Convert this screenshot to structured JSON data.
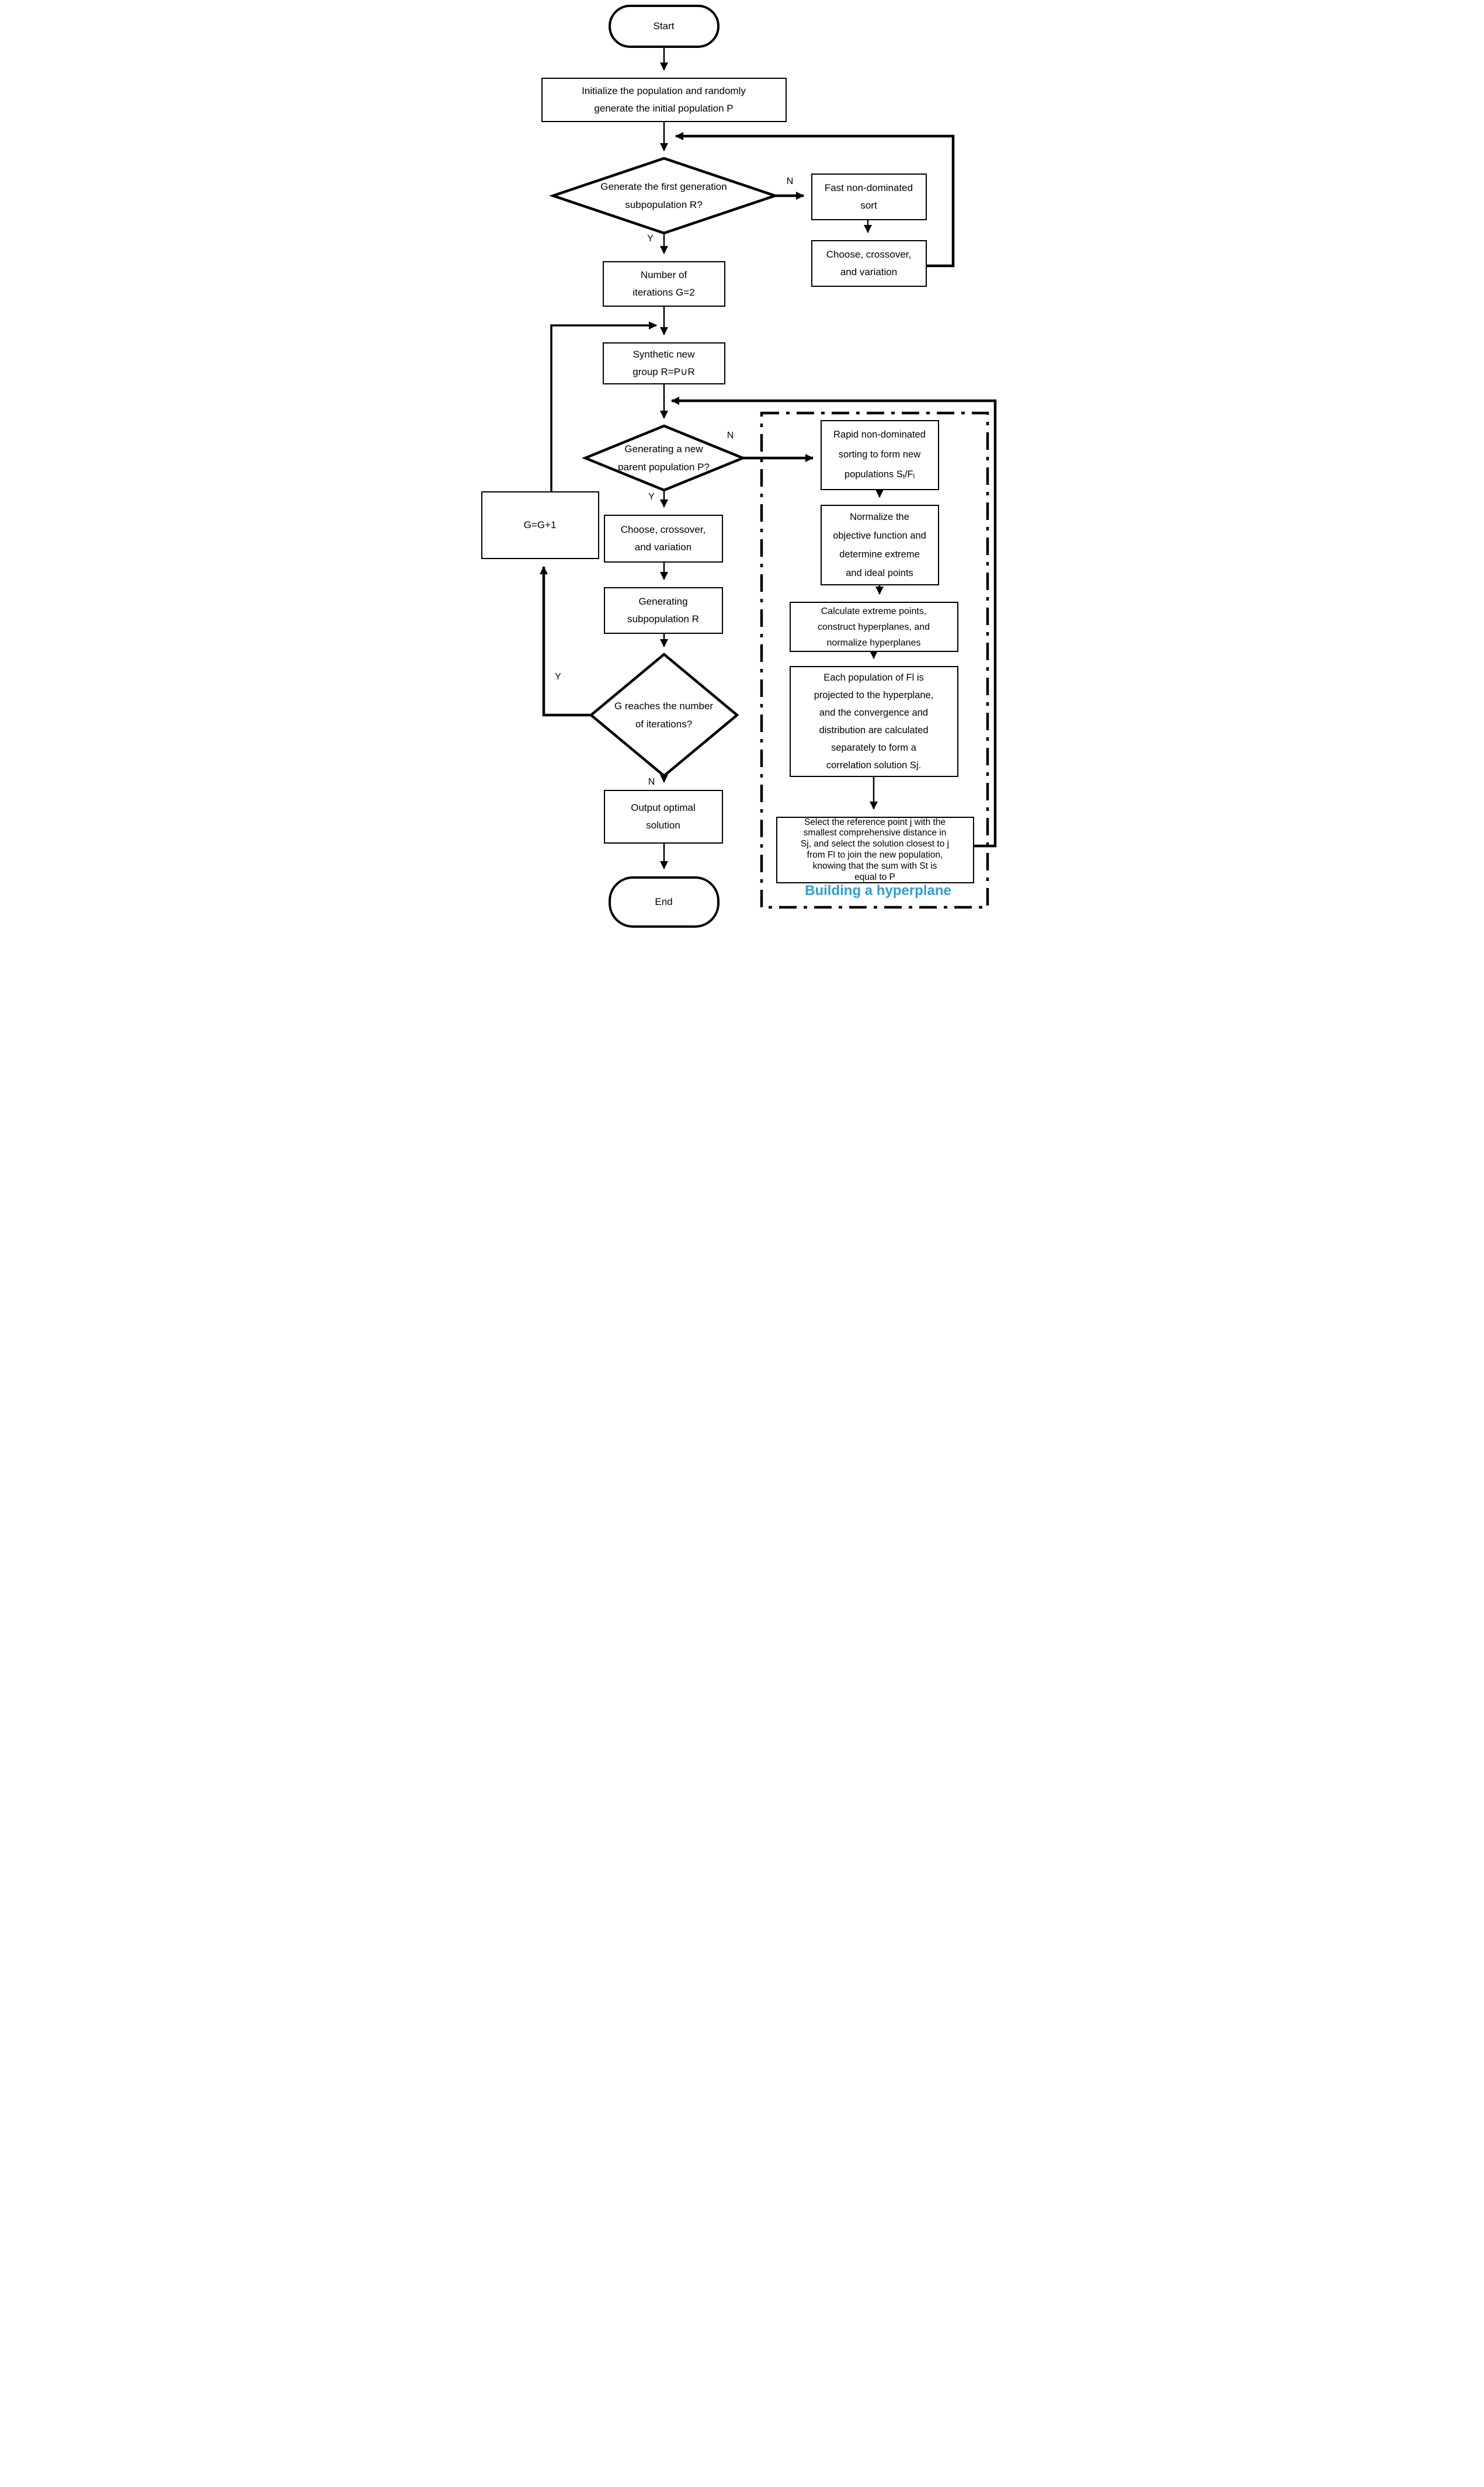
{
  "colors": {
    "accent": "#2d9fe0",
    "line": "#000000",
    "background": "#ffffff"
  },
  "flowchart": {
    "start_label": "Start",
    "end_label": "End",
    "initialize": [
      "Initialize the population and randomly",
      "generate the initial population P"
    ],
    "first_gen_decision": [
      "Generate the first generation",
      "subpopulation R?"
    ],
    "fast_sort": [
      "Fast non-dominated",
      "sort"
    ],
    "choose_crossover_top": [
      "Choose, crossover,",
      "and variation"
    ],
    "iteration_init": [
      "Number of",
      "iterations G=2"
    ],
    "synthetic_group": [
      "Synthetic new",
      "group R=P∪R"
    ],
    "new_parent_decision": [
      "Generating a new",
      "parent population P?"
    ],
    "g_increment": "G=G+1",
    "choose_crossover_main": [
      "Choose, crossover,",
      "and variation"
    ],
    "generate_subpop": [
      "Generating",
      "subpopulation R"
    ],
    "iteration_decision": [
      "G reaches the number",
      "of iterations?"
    ],
    "output_solution": [
      "Output optimal",
      "solution"
    ],
    "rapid_sort_lines": [
      "Rapid non-dominated",
      "sorting to form new"
    ],
    "rapid_sort_last": {
      "pre": "populations S",
      "sub_t": "t",
      "mid": "/F",
      "sub_l": "l"
    },
    "normalize": [
      "Normalize the",
      "objective function and",
      "determine extreme",
      "and ideal points"
    ],
    "calculate": [
      "Calculate extreme points,",
      "construct hyperplanes, and",
      "normalize hyperplanes"
    ],
    "project": [
      "Each population of Fl is",
      "projected to the hyperplane,",
      "and the convergence and",
      "distribution are calculated",
      "separately to form a",
      "correlation solution Sj."
    ],
    "select_reference": [
      "Select the reference point j with the",
      "smallest comprehensive distance in",
      "Sj, and select the solution closest to j",
      "from Fl to join the new population,",
      "knowing that the sum with St is",
      "equal to P"
    ],
    "region_label": "Building a hyperplane",
    "labels": {
      "d1_n": "N",
      "d1_y": "Y",
      "d2_n": "N",
      "d2_y": "Y",
      "d3_y": "Y",
      "d3_n": "N"
    }
  }
}
